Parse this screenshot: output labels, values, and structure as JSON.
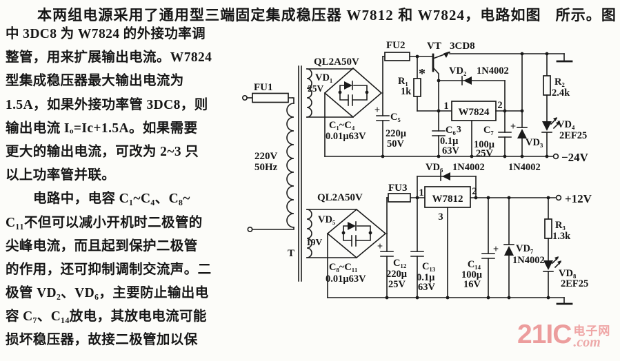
{
  "text": {
    "line1_left": "本两组电源采用了通用型三端固定集成稳压器 W7812 和 W7824，电路如图",
    "line1_right": "所示。图",
    "left_column": [
      "中 3DC8 为 W7824 的外接功率调",
      "整管，用来扩展输出电流。W7824",
      "型集成稳压器最大输出电流为",
      "1.5A，如果外接功率管 3DC8，则",
      "输出电流 Iₒ=Ic+1.5A。如果需要",
      "更大的输出电流，可改为 2~3 只",
      "以上功率管并联。",
      "电路中，电容 C₁~C₄、C₈~",
      "C₁₁不但可以减小开机时二极管的",
      "尖峰电流，而且起到保护二极管",
      "的作用，还可抑制调制交流声。二",
      "极管 VD₂、VD₆，主要防止输出电",
      "容 C₇、C₁₄放电，其放电电流可能",
      "损坏稳压器，故接二极管加以保"
    ]
  },
  "circuit": {
    "fu1": "FU1",
    "fu2": "FU2",
    "fu3": "FU3",
    "t": "T",
    "v220": "220V",
    "f50": "50Hz",
    "s25": "25V",
    "s19": "19V",
    "bm1": "QL2A50V",
    "bm2": "QL2A50V",
    "vd1": "VD₁",
    "vd5": "VD₅",
    "c1_4": "C₁~C₄",
    "c1_4v": "0.01μ63V",
    "c8_11": "C₈~C₁₁",
    "c8_11v": "0.01μ63V",
    "c5": "C₅",
    "c5a": "220μ",
    "c5b": "50V",
    "c6": "C₆",
    "c6a": "0.1μ",
    "c6b": "63V",
    "c7": "C₇",
    "c7a": "100μ",
    "c7b": "25V",
    "c12": "C₁₂",
    "c12a": "220μ",
    "c12b": "25V",
    "c13": "C₁₃",
    "c13a": "0.1μ",
    "c13b": "63V",
    "c14": "C₁₄",
    "c14a": "100μ",
    "c14b": "16V",
    "vt": "VT",
    "vtm": "3CD8",
    "r1": "R₁",
    "r1s": "*",
    "r1v": "1k",
    "r2": "R₂",
    "r2v": "2.4k",
    "r3": "R₃",
    "r3v": "1.3k",
    "vd2": "VD₂",
    "vd2m": "1N4002",
    "vd3": "VD₃",
    "vd3m": "1N4002",
    "vd4": "VD₄",
    "vd4m": "2EF25",
    "vd6": "VD₆",
    "vd6m": "1N4002",
    "vd7": "VD₇",
    "vd7m": "1N4002",
    "vd8": "VD₈",
    "vd8m": "2EF25",
    "u1": "W7824",
    "u2": "W7812",
    "p1": "1",
    "p2": "2",
    "p3": "3",
    "outn": "−24V",
    "outp": "+12V",
    "plus": "+"
  },
  "watermark": {
    "brand": "21IC",
    "site": "电子网",
    "domain_suffix": ".com"
  }
}
